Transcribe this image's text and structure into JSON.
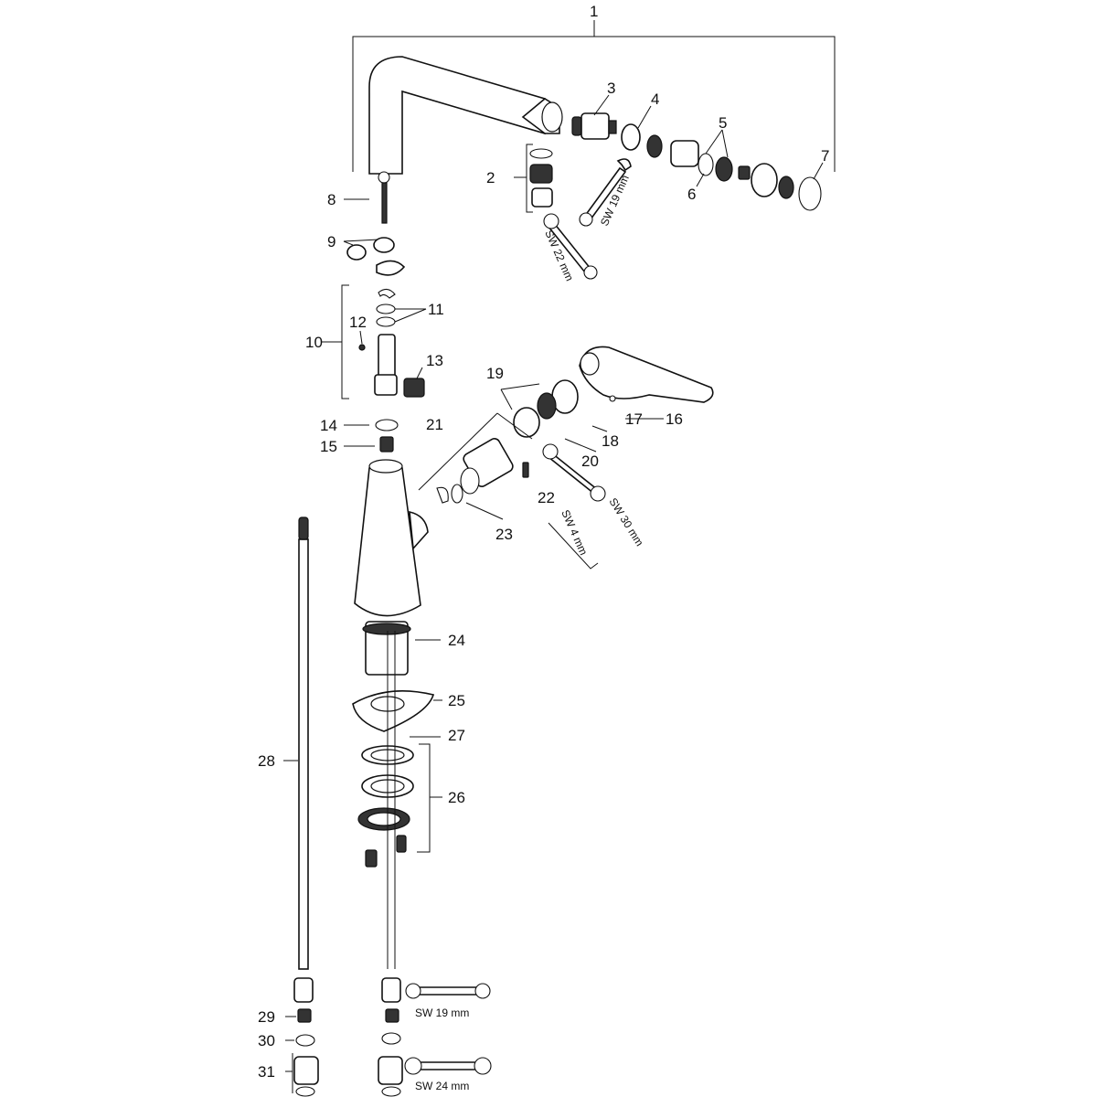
{
  "part_labels": [
    "1",
    "2",
    "3",
    "4",
    "5",
    "6",
    "7",
    "8",
    "9",
    "10",
    "11",
    "12",
    "13",
    "14",
    "15",
    "16",
    "17",
    "18",
    "19",
    "20",
    "21",
    "22",
    "23",
    "24",
    "25",
    "26",
    "27",
    "28",
    "29",
    "30",
    "31"
  ],
  "wrench_labels": {
    "sw_19_spout": "SW 19 mm",
    "sw_22": "SW 22 mm",
    "sw_30": "SW 30 mm",
    "sw_4": "SW 4 mm",
    "sw_19_hose": "SW 19 mm",
    "sw_24": "SW 24 mm"
  }
}
